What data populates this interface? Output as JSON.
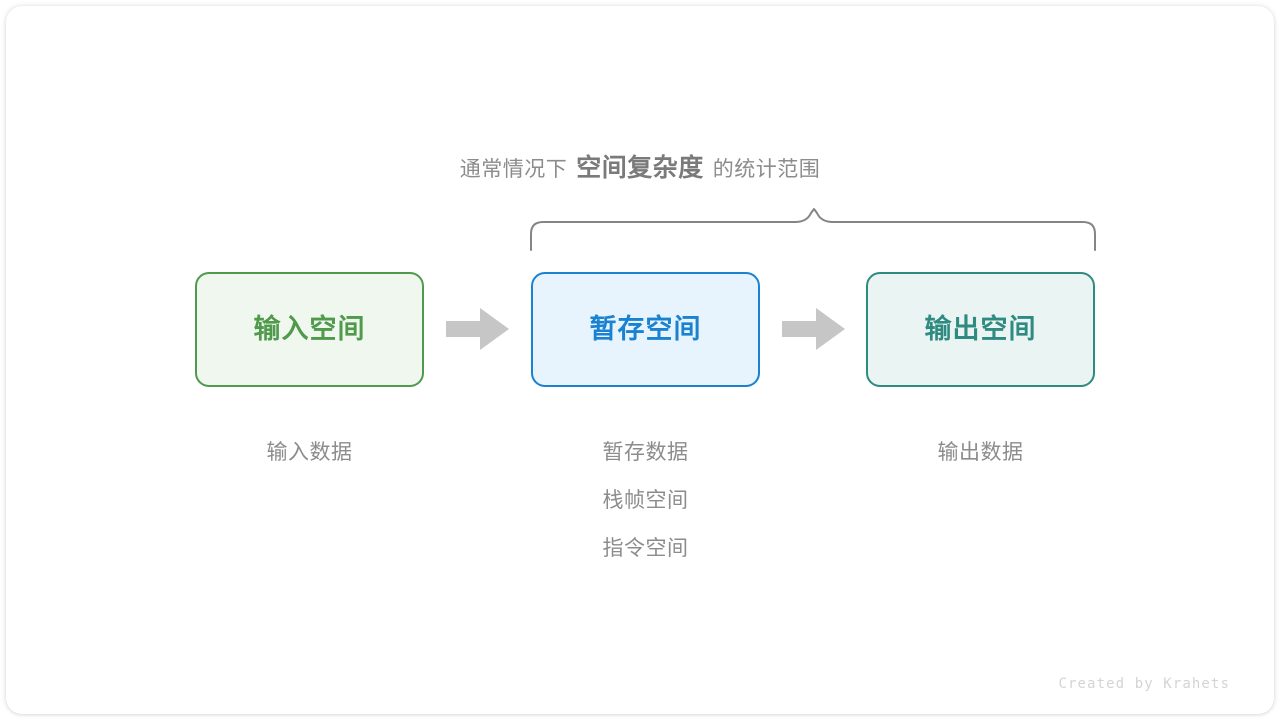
{
  "diagram": {
    "title_caption": {
      "prefix": "通常情况下",
      "emphasis": "空间复杂度",
      "suffix": "的统计范围"
    },
    "brace": {
      "name": "curly-brace",
      "color": "#808080",
      "spans_boxes": [
        "暂存空间",
        "输出空间"
      ]
    },
    "boxes": [
      {
        "id": "input-space",
        "label": "输入空间",
        "border_color": "#4f9a4b",
        "fill_color": "#eff7ee",
        "text_color": "#4f9a4b",
        "sub_labels": [
          "输入数据"
        ]
      },
      {
        "id": "temp-space",
        "label": "暂存空间",
        "border_color": "#1b82d2",
        "fill_color": "#e8f4fd",
        "text_color": "#1b82d2",
        "sub_labels": [
          "暂存数据",
          "栈帧空间",
          "指令空间"
        ]
      },
      {
        "id": "output-space",
        "label": "输出空间",
        "border_color": "#2f8a81",
        "fill_color": "#eaf5f3",
        "text_color": "#2f8a81",
        "sub_labels": [
          "输出数据"
        ]
      }
    ],
    "arrows": [
      {
        "id": "arrow-input-to-temp",
        "color": "#c6c6c6"
      },
      {
        "id": "arrow-temp-to-output",
        "color": "#c6c6c6"
      }
    ],
    "watermark": "Created by Krahets"
  }
}
